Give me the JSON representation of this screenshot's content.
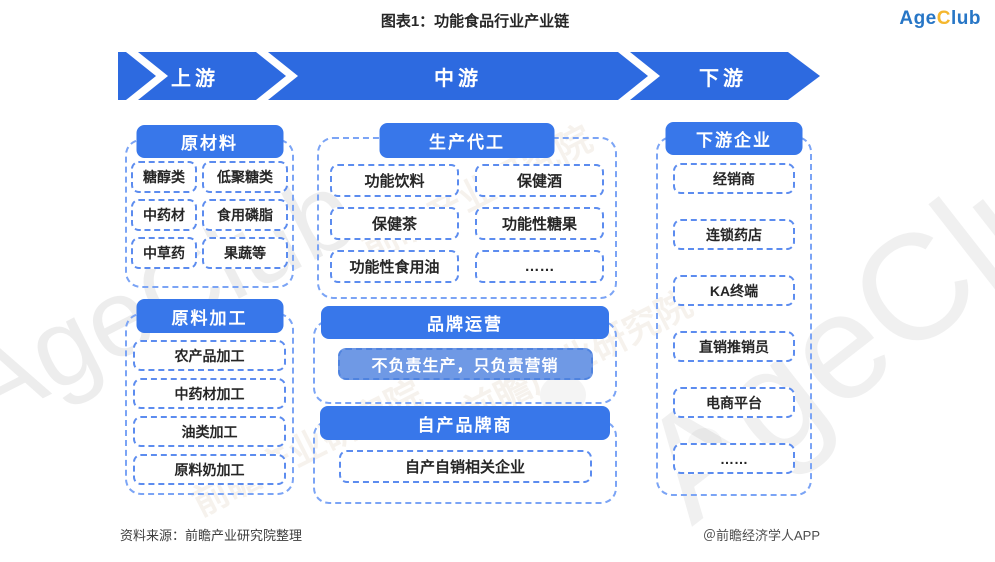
{
  "title": "图表1：功能食品行业产业链",
  "logo": {
    "part1": "Age",
    "part2": "C",
    "part3": "lub"
  },
  "banner": {
    "stages": [
      {
        "label": "上游"
      },
      {
        "label": "中游"
      },
      {
        "label": "下游"
      }
    ]
  },
  "columns": {
    "upstream": {
      "sections": [
        {
          "header": "原材料",
          "items": [
            "糖醇类",
            "低聚糖类",
            "中药材",
            "食用磷脂",
            "中草药",
            "果蔬等"
          ]
        },
        {
          "header": "原料加工",
          "items": [
            "农产品加工",
            "中药材加工",
            "油类加工",
            "原料奶加工"
          ]
        }
      ]
    },
    "midstream": {
      "sections": [
        {
          "header": "生产代工",
          "items": [
            "功能饮料",
            "保健酒",
            "保健茶",
            "功能性糖果",
            "功能性食用油",
            "……"
          ]
        },
        {
          "header": "品牌运营",
          "items": [
            "不负责生产，只负责营销"
          ]
        },
        {
          "header": "自产品牌商",
          "items": [
            "自产自销相关企业"
          ]
        }
      ]
    },
    "downstream": {
      "sections": [
        {
          "header": "下游企业",
          "items": [
            "经销商",
            "连锁药店",
            "KA终端",
            "直销推销员",
            "电商平台",
            "……"
          ]
        }
      ]
    }
  },
  "watermarks": {
    "brand": "AgeClub",
    "source_mark": "前瞻产业研究院"
  },
  "footer": {
    "source": "资料来源：前瞻产业研究院整理",
    "credit": "＠前瞻经济学人APP"
  },
  "colors": {
    "band": "#2d6ae0",
    "header": "#3877ea",
    "light_item": "#6f99e5",
    "dashed_item": "#5c8cef",
    "dashed_container": "#7ba4f5",
    "logo_blue": "#2776c6",
    "logo_gold": "#f5b72e"
  }
}
